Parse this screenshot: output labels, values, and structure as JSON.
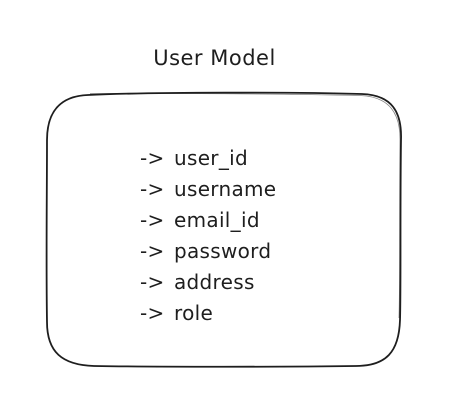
{
  "diagram": {
    "title": "User Model",
    "arrow_glyph": "->",
    "fields": [
      {
        "name": "user_id"
      },
      {
        "name": "username"
      },
      {
        "name": "email_id"
      },
      {
        "name": "password"
      },
      {
        "name": "address"
      },
      {
        "name": "role"
      }
    ],
    "colors": {
      "stroke": "#1e1e1e",
      "text": "#1e1e1e",
      "background": "#ffffff"
    }
  }
}
